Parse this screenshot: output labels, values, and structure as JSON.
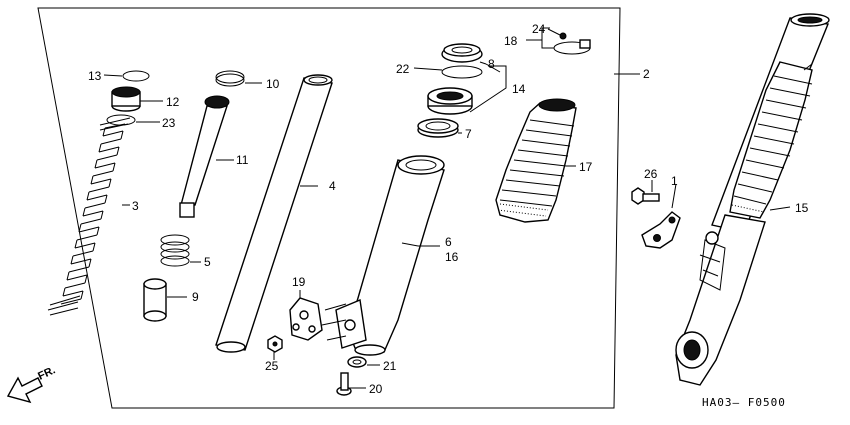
{
  "diagram": {
    "figure_code": "HA03— F0500",
    "direction_label": "FR.",
    "callouts": {
      "p1": "1",
      "p2": "2",
      "p3": "3",
      "p4": "4",
      "p5": "5",
      "p6": "6",
      "p7": "7",
      "p8": "8",
      "p9": "9",
      "p10": "10",
      "p11": "11",
      "p12": "12",
      "p13": "13",
      "p14": "14",
      "p15": "15",
      "p16": "16",
      "p17": "17",
      "p18": "18",
      "p19": "19",
      "p20": "20",
      "p21": "21",
      "p22": "22",
      "p23": "23",
      "p24": "24",
      "p25": "25",
      "p26": "26"
    }
  }
}
